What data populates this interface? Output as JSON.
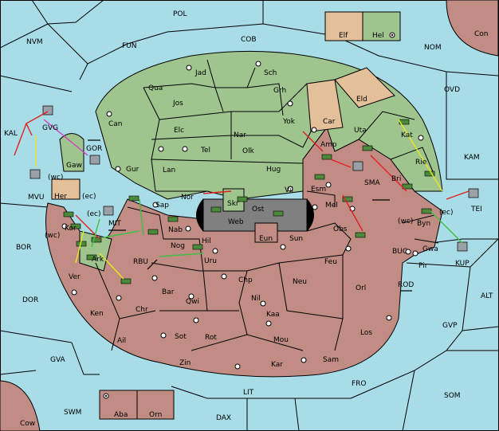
{
  "regions": {
    "POL": "POL",
    "NVM": "NVM",
    "FUN": "FUN",
    "COB": "COB",
    "NOM": "NOM",
    "Con": "Con",
    "OVD": "OVD",
    "KAL": "KAL",
    "KAM": "KAM",
    "BOR": "BOR",
    "DOR": "DOR",
    "GVA": "GVA",
    "SWM": "SWM",
    "LIT": "LIT",
    "DAX": "DAX",
    "FRO": "FRO",
    "SOM": "SOM",
    "GVP": "GVP",
    "ALT": "ALT",
    "TEI": "TEI",
    "KUP": "KUP",
    "MVU": "MVU",
    "GOR": "GOR",
    "MIT": "MIT",
    "RBU": "RBU",
    "BUC": "BUC",
    "ROD": "ROD",
    "SMA": "SMA",
    "Elf": "Elf",
    "Hel": "Hel",
    "Eld": "Eld",
    "Car": "Car",
    "Jad": "Jad",
    "Sch": "Sch",
    "Qua": "Qua",
    "Jos": "Jos",
    "Grh": "Grh",
    "Can": "Can",
    "Elc": "Elc",
    "Nar": "Nar",
    "Yok": "Yok",
    "Uta": "Uta",
    "Kat": "Kat",
    "Rie": "Rie",
    "Tel": "Tel",
    "Olk": "Olk",
    "Amp": "Amp",
    "Gur": "Gur",
    "Lan": "Lan",
    "Hug": "Hug",
    "Esm": "Esm",
    "Bri": "Bri",
    "Nor": "Nor",
    "Skr": "Skr",
    "Vil": "Vil",
    "Sap": "Sap",
    "Ost": "Ost",
    "Web": "Web",
    "Mel": "Mel",
    "Nab": "Nab",
    "Eun": "Eun",
    "Obs": "Obs",
    "Byn": "Byn",
    "Gwa": "Gwa",
    "Pir": "Pir",
    "Kor": "Kor",
    "Nog": "Nog",
    "Hil": "Hil",
    "Sun": "Sun",
    "Ark": "Ark",
    "Uru": "Uru",
    "Feu": "Feu",
    "Ver": "Ver",
    "Chp": "Chp",
    "Neu": "Neu",
    "Orl": "Orl",
    "Bar": "Bar",
    "Qwi": "Qwi",
    "Nil": "Nil",
    "Ken": "Ken",
    "Chr": "Chr",
    "Kaa": "Kaa",
    "Ail": "Ail",
    "Sot": "Sot",
    "Rot": "Rot",
    "Mou": "Mou",
    "Los": "Los",
    "Zin": "Zin",
    "Kar": "Kar",
    "Sam": "Sam",
    "Aba": "Aba",
    "Orn": "Orn",
    "Cow": "Cow",
    "Her": "Her",
    "Gaw": "Gaw",
    "GVG": "GVG"
  },
  "coasts": {
    "ec1": "(ec)",
    "ec2": "(ec)",
    "ec3": "(ec)",
    "wc1": "(wc)",
    "wc2": "(wc)",
    "wc3": "(wc)"
  },
  "colors": {
    "sea": "#a8dde8",
    "green": "#9fc48e",
    "red": "#c08c84",
    "tan": "#e4c09a",
    "dark": "#808080"
  }
}
